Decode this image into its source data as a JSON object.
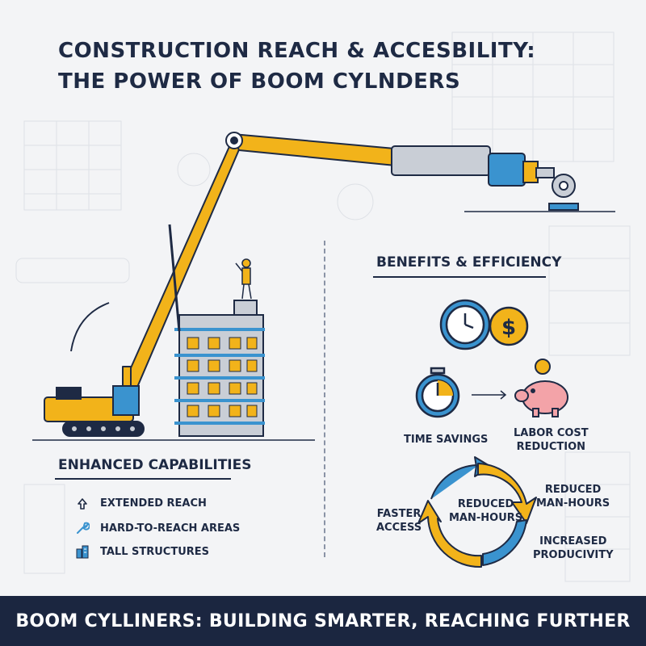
{
  "title": {
    "line1": "CONSTRUCTION REACH & ACCESBILITY:",
    "line2": "THE POWER OF BOOM CYLNDERS"
  },
  "capabilities": {
    "heading": "ENHANCED CAPABILITIES",
    "items": [
      {
        "label": "EXTENDED REACH",
        "icon": "arrow-up-icon"
      },
      {
        "label": "HARD-TO-REACH AREAS",
        "icon": "wrench-icon"
      },
      {
        "label": "TALL STRUCTURES",
        "icon": "buildings-icon"
      }
    ]
  },
  "benefits": {
    "heading": "BENEFITS & EFFICIENCY",
    "time_savings": "TIME SAVINGS",
    "labor_cost_line1": "LABOR COST",
    "labor_cost_line2": "REDUCTION",
    "cycle": {
      "center_line1": "REDUCED",
      "center_line2": "MAN-HOURS",
      "left_line1": "FASTER",
      "left_line2": "ACCESS",
      "right_top_line1": "REDUCED",
      "right_top_line2": "MAN-HOURS",
      "right_bottom_line1": "INCREASED",
      "right_bottom_line2": "PRODUCIVITY"
    }
  },
  "footer": "BOOM CYLLINERS: BUILDING SMARTER, REACHING FURTHER",
  "colors": {
    "navy": "#1b2640",
    "yellow": "#f2b31a",
    "blue": "#3a93cf",
    "gray": "#c9ced6",
    "pink": "#f3a3a8"
  }
}
